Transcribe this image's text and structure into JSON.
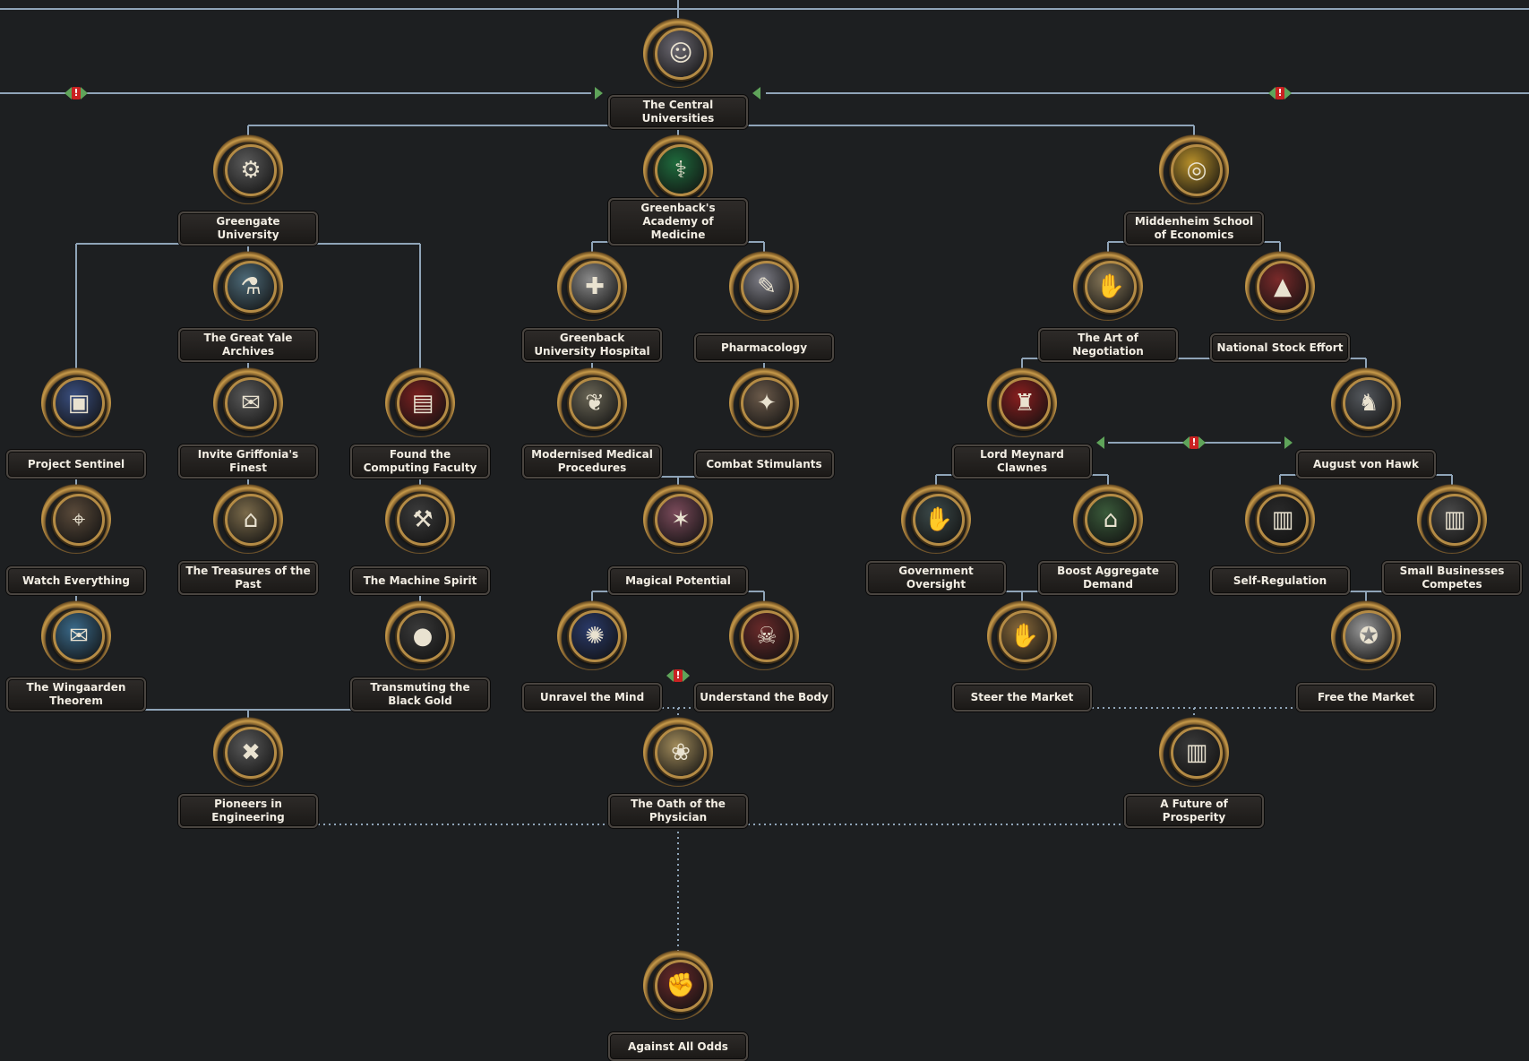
{
  "focus_tree": {
    "nodes": [
      {
        "id": "central",
        "label": "The Central Universities",
        "icon": "scholar-portrait-icon",
        "color": "#6d6a73",
        "glyph": "☺"
      },
      {
        "id": "greengate",
        "label": "Greengate University",
        "icon": "gear-icon",
        "color": "#5b5b5b",
        "glyph": "⚙"
      },
      {
        "id": "greenback",
        "label": "Greenback's Academy of Medicine",
        "icon": "caduceus-icon",
        "color": "#1f6b3d",
        "glyph": "⚕"
      },
      {
        "id": "middenheim",
        "label": "Middenheim School of Economics",
        "icon": "gold-coins-icon",
        "color": "#b8902a",
        "glyph": "◎"
      },
      {
        "id": "yale",
        "label": "The Great Yale Archives",
        "icon": "laboratory-flasks-icon",
        "color": "#4d6a78",
        "glyph": "⚗"
      },
      {
        "id": "hospital",
        "label": "Greenback University Hospital",
        "icon": "hospital-icon",
        "color": "#8a8a8a",
        "glyph": "✚"
      },
      {
        "id": "pharmacology",
        "label": "Pharmacology",
        "icon": "syringe-icon",
        "color": "#7d7d86",
        "glyph": "✎"
      },
      {
        "id": "negotiation",
        "label": "The Art of Negotiation",
        "icon": "handshake-icon",
        "color": "#8a7a5a",
        "glyph": "✋"
      },
      {
        "id": "stock",
        "label": "National Stock Effort",
        "icon": "stock-chart-icon",
        "color": "#7a2a2a",
        "glyph": "▲"
      },
      {
        "id": "sentinel",
        "label": "Project Sentinel",
        "icon": "computer-icon",
        "color": "#3a4f80",
        "glyph": "▣"
      },
      {
        "id": "invite",
        "label": "Invite Griffonia's Finest",
        "icon": "briefcase-icon",
        "color": "#5a5a5a",
        "glyph": "✉"
      },
      {
        "id": "computing",
        "label": "Found the Computing Faculty",
        "icon": "terminal-icon",
        "color": "#7a2020",
        "glyph": "▤"
      },
      {
        "id": "modernised",
        "label": "Modernised Medical Procedures",
        "icon": "shield-leaf-icon",
        "color": "#6a6656",
        "glyph": "❦"
      },
      {
        "id": "stimulants",
        "label": "Combat Stimulants",
        "icon": "soldier-icon",
        "color": "#6b5a4a",
        "glyph": "✦"
      },
      {
        "id": "clawnes",
        "label": "Lord Meynard Clawnes",
        "icon": "red-emblem-icon",
        "color": "#8a1f1f",
        "glyph": "♜"
      },
      {
        "id": "hawk",
        "label": "August von Hawk",
        "icon": "grey-emblem-icon",
        "color": "#55595e",
        "glyph": "♞"
      },
      {
        "id": "watch",
        "label": "Watch Everything",
        "icon": "radio-tower-icon",
        "color": "#5a4a3a",
        "glyph": "⌖"
      },
      {
        "id": "treasures",
        "label": "The Treasures of the Past",
        "icon": "museum-shield-icon",
        "color": "#7a6a4a",
        "glyph": "⌂"
      },
      {
        "id": "machine",
        "label": "The Machine Spirit",
        "icon": "factory-icon",
        "color": "#3c3c3c",
        "glyph": "⚒"
      },
      {
        "id": "magical",
        "label": "Magical Potential",
        "icon": "magic-star-icon",
        "color": "#7a4a5a",
        "glyph": "✶"
      },
      {
        "id": "oversight",
        "label": "Government Oversight",
        "icon": "handshake-icon",
        "color": "#3c4a4a",
        "glyph": "✋"
      },
      {
        "id": "boost",
        "label": "Boost Aggregate Demand",
        "icon": "construction-icon",
        "color": "#3a5a3a",
        "glyph": "⌂"
      },
      {
        "id": "selfreg",
        "label": "Self-Regulation",
        "icon": "city-icon",
        "color": "#2a2a2a",
        "glyph": "▥"
      },
      {
        "id": "smallbiz",
        "label": "Small Businesses Competes",
        "icon": "factory-icon",
        "color": "#4a4a4a",
        "glyph": "▥"
      },
      {
        "id": "wingaarden",
        "label": "The Wingaarden Theorem",
        "icon": "document-icon",
        "color": "#3a6a8a",
        "glyph": "✉"
      },
      {
        "id": "blackgold",
        "label": "Transmuting the Black Gold",
        "icon": "oil-drop-icon",
        "color": "#3a3a3a",
        "glyph": "●"
      },
      {
        "id": "unravel",
        "label": "Unravel the Mind",
        "icon": "brain-icon",
        "color": "#2a3a6a",
        "glyph": "✺"
      },
      {
        "id": "body",
        "label": "Understand the Body",
        "icon": "skeleton-icon",
        "color": "#6a2a2a",
        "glyph": "☠"
      },
      {
        "id": "steer",
        "label": "Steer the Market",
        "icon": "handshake-icon",
        "color": "#8a6a3a",
        "glyph": "✋"
      },
      {
        "id": "free",
        "label": "Free the Market",
        "icon": "eagle-coin-icon",
        "color": "#9a9a9a",
        "glyph": "✪"
      },
      {
        "id": "pioneers",
        "label": "Pioneers in Engineering",
        "icon": "crossed-wrenches-icon",
        "color": "#5a5a5a",
        "glyph": "✖"
      },
      {
        "id": "oath",
        "label": "The Oath of the Physician",
        "icon": "sprout-icon",
        "color": "#a08a5a",
        "glyph": "❀"
      },
      {
        "id": "prosperity",
        "label": "A Future of Prosperity",
        "icon": "city-icon",
        "color": "#3a3a3a",
        "glyph": "▥"
      },
      {
        "id": "against",
        "label": "Against All Odds",
        "icon": "armored-arm-icon",
        "color": "#6a2a2a",
        "glyph": "✊"
      }
    ]
  }
}
